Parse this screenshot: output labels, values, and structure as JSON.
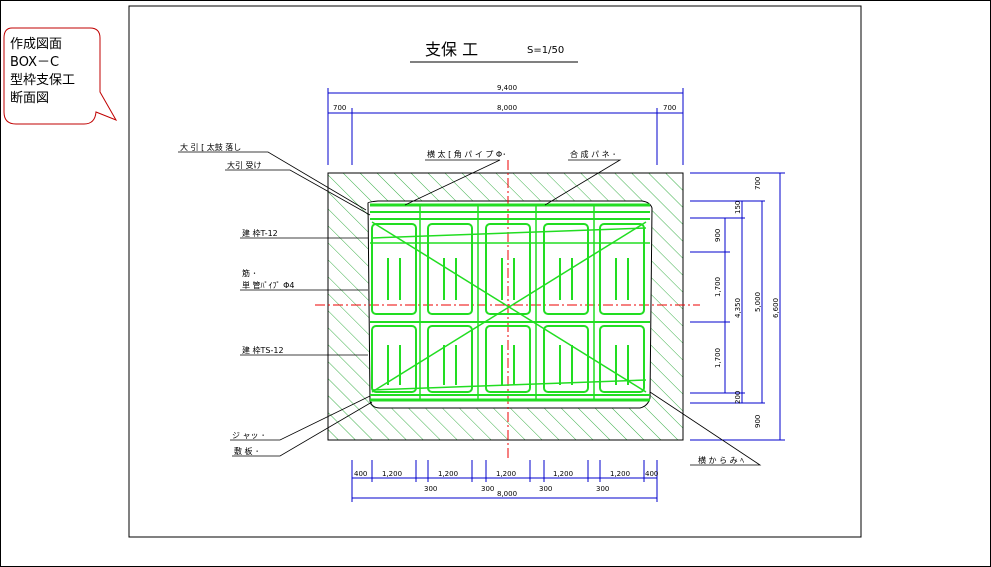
{
  "note": {
    "lines": [
      "作成図面",
      "BOX－C",
      "型枠支保工",
      "断面図"
    ]
  },
  "drawing": {
    "title": "支保 工",
    "scale": "S=1/50"
  },
  "dimensions": {
    "top_overall": "9,400",
    "top_inner": "8,000",
    "top_left": "700",
    "top_right": "700",
    "bottom_left": "400",
    "bottom_right": "400",
    "bottom_span": "1,200",
    "bottom_gap": "300",
    "bottom_inner": "8,000",
    "right_top": "700",
    "right_a": "150",
    "right_b": "900",
    "right_c": "1,700",
    "right_d": "1,700",
    "right_e": "200",
    "right_bottom": "900",
    "right_mid": "4,350",
    "right_inner": "5,000",
    "right_overall": "6,600"
  },
  "labels": {
    "l1": "大 引 [  太鼓 落し",
    "l2": "大引 受け",
    "l3": "建  枠T-12",
    "l4": "筋 ･",
    "l5": "単  管ﾊﾟｲﾌﾟ  Φ4",
    "l6": "建  枠TS-12",
    "l7": "ジ ャッ ･",
    "l8": "敷  板 ･",
    "l9": "横  太 [  角 パ イ プ  Φ･",
    "l10": "合  成  パ ネ ･",
    "l11": "横  か ら み ﾍ"
  }
}
